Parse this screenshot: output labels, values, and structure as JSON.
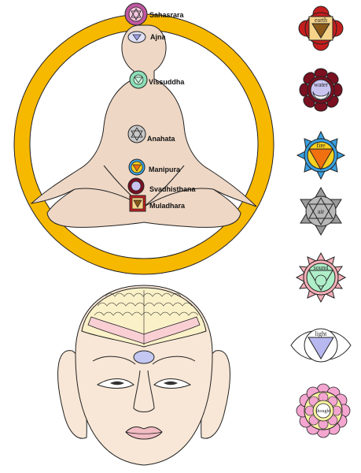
{
  "colors": {
    "ring": "#f7b800",
    "body": "#eed7c5",
    "face": "#f8e7d6",
    "outline": "#222222"
  },
  "body_chakras": [
    {
      "label": "Sahasrara",
      "icon": "sahasrara-chakra-icon"
    },
    {
      "label": "Ajna",
      "icon": "ajna-chakra-icon"
    },
    {
      "label": "Vissuddha",
      "icon": "vissuddha-chakra-icon"
    },
    {
      "label": "Anahata",
      "icon": "anahata-chakra-icon"
    },
    {
      "label": "Manipura",
      "icon": "manipura-chakra-icon"
    },
    {
      "label": "Svadhisthana",
      "icon": "svadhisthana-chakra-icon"
    },
    {
      "label": "Muladhara",
      "icon": "muladhara-chakra-icon"
    }
  ],
  "side_chakras": [
    {
      "element": "earth",
      "icon": "earth-chakra-icon",
      "colors": {
        "petal": "#c41e1e",
        "inner": "#f5d48a",
        "shape": "#8a5a1a"
      }
    },
    {
      "element": "water",
      "icon": "water-chakra-icon",
      "colors": {
        "petal": "#7a1020",
        "inner": "#c9c3f0",
        "shape": "#ffffff"
      }
    },
    {
      "element": "fire",
      "icon": "fire-chakra-icon",
      "colors": {
        "petal": "#3aa0e0",
        "inner": "#f7d020",
        "shape": "#f07010"
      }
    },
    {
      "element": "air",
      "icon": "air-chakra-icon",
      "colors": {
        "petal": "#9a9a9a",
        "inner": "#b8b8b8",
        "shape": "#8c8c8c"
      }
    },
    {
      "element": "sound",
      "icon": "sound-chakra-icon",
      "colors": {
        "petal": "#f7b0b8",
        "inner": "#aeeec8",
        "shape": "#aeeec8"
      }
    },
    {
      "element": "light",
      "icon": "light-chakra-icon",
      "colors": {
        "petal": "#ffffff",
        "inner": "#ffffff",
        "shape": "#b8b8f0"
      }
    },
    {
      "element": "thought",
      "icon": "thought-chakra-icon",
      "colors": {
        "petal": "#f4a6d0",
        "inner": "#f7f4a0",
        "shape": "#ffffff"
      }
    }
  ]
}
